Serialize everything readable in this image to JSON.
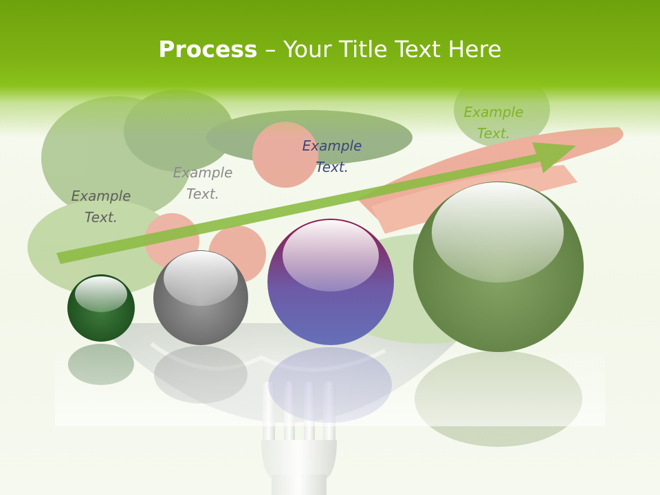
{
  "slide": {
    "title_bold": "Process",
    "title_rest": " – Your Title Text Here"
  },
  "steps": [
    {
      "line1": "Example",
      "line2": "Text.",
      "color": "#5e5e5e",
      "sphere_color": "#1f5a1f"
    },
    {
      "line1": "Example",
      "line2": "Text.",
      "color": "#8a8a8a",
      "sphere_color": "#6e6e6e"
    },
    {
      "line1": "Example",
      "line2": "Text.",
      "color": "#3d4578",
      "sphere_color": "#6a5fb0"
    },
    {
      "line1": "Example",
      "line2": "Text.",
      "color": "#7fb32a",
      "sphere_color": "#6d8a4e"
    }
  ],
  "colors": {
    "header_green": "#7fb414",
    "arrow_green": "#8dbb45"
  },
  "icons": [
    "vegetables-photo",
    "earth-globe",
    "fork",
    "growth-arrow",
    "sphere"
  ]
}
